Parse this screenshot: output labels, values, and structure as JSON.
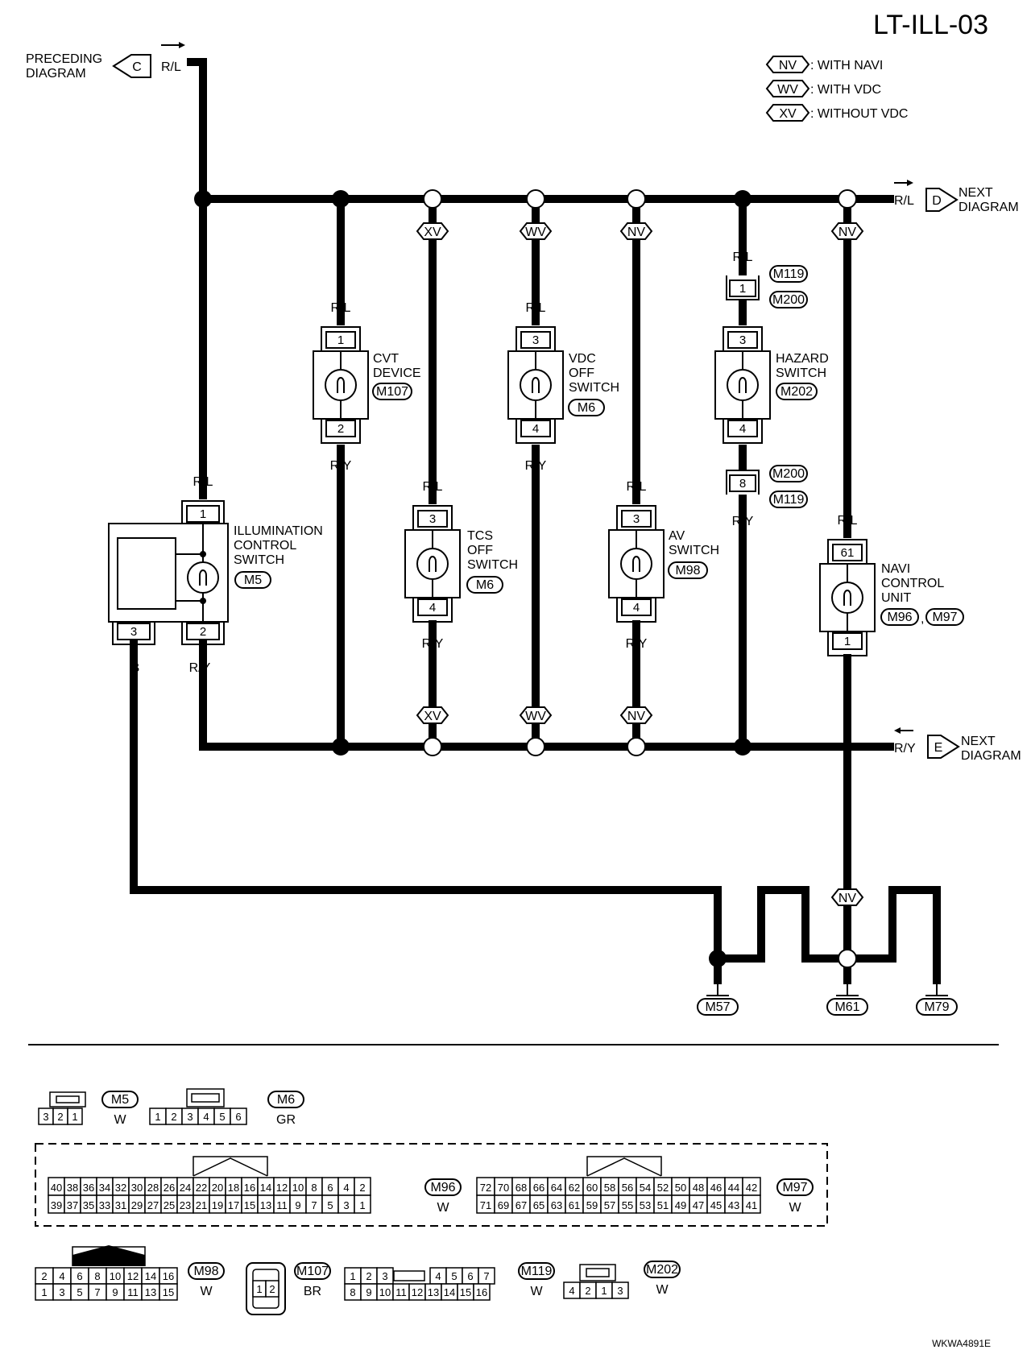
{
  "page_code": "LT-ILL-03",
  "figure_code": "WKWA4891E",
  "legend": [
    {
      "tag": "NV",
      "text": ": WITH NAVI"
    },
    {
      "tag": "WV",
      "text": ": WITH VDC"
    },
    {
      "tag": "XV",
      "text": ": WITHOUT VDC"
    }
  ],
  "refs": {
    "preceding_line1": "PRECEDING",
    "preceding_line2": "DIAGRAM",
    "next_line1": "NEXT",
    "next_line2": "DIAGRAM",
    "c": "C",
    "d": "D",
    "e": "E"
  },
  "wires": {
    "rl": "R/L",
    "ry": "R/Y",
    "b": "B"
  },
  "components": {
    "illum": {
      "line1": "ILLUMINATION",
      "line2": "CONTROL",
      "line3": "SWITCH",
      "conn": "M5",
      "pins": [
        "1",
        "2",
        "3"
      ]
    },
    "cvt": {
      "line1": "CVT",
      "line2": "DEVICE",
      "conn": "M107",
      "pins": [
        "1",
        "2"
      ]
    },
    "tcs": {
      "line1": "TCS",
      "line2": "OFF",
      "line3": "SWITCH",
      "conn": "M6",
      "pins": [
        "3",
        "4"
      ]
    },
    "vdc": {
      "line1": "VDC",
      "line2": "OFF",
      "line3": "SWITCH",
      "conn": "M6",
      "pins": [
        "3",
        "4"
      ]
    },
    "av": {
      "line1": "AV",
      "line2": "SWITCH",
      "conn": "M98",
      "pins": [
        "3",
        "4"
      ]
    },
    "hazard": {
      "line1": "HAZARD",
      "line2": "SWITCH",
      "conn": "M202",
      "pins": [
        "3",
        "4"
      ],
      "top_pin": "1",
      "bottom_pin": "8",
      "join_a": "M119",
      "join_b": "M200"
    },
    "navi": {
      "line1": "NAVI",
      "line2": "CONTROL",
      "line3": "UNIT",
      "conn_a": "M96",
      "conn_b": "M97",
      "sep": ",",
      "pins": [
        "61",
        "1"
      ]
    }
  },
  "grounds": [
    "M57",
    "M61",
    "M79"
  ],
  "connectors": {
    "m5": {
      "id": "M5",
      "color": "W",
      "cells": [
        "3",
        "2",
        "1"
      ]
    },
    "m6": {
      "id": "M6",
      "color": "GR",
      "cells": [
        "1",
        "2",
        "3",
        "4",
        "5",
        "6"
      ]
    },
    "m96": {
      "id": "M96",
      "color": "W",
      "top": [
        "40",
        "38",
        "36",
        "34",
        "32",
        "30",
        "28",
        "26",
        "24",
        "22",
        "20",
        "18",
        "16",
        "14",
        "12",
        "10",
        "8",
        "6",
        "4",
        "2"
      ],
      "bottom": [
        "39",
        "37",
        "35",
        "33",
        "31",
        "29",
        "27",
        "25",
        "23",
        "21",
        "19",
        "17",
        "15",
        "13",
        "11",
        "9",
        "7",
        "5",
        "3",
        "1"
      ]
    },
    "m97": {
      "id": "M97",
      "color": "W",
      "top": [
        "72",
        "70",
        "68",
        "66",
        "64",
        "62",
        "60",
        "58",
        "56",
        "54",
        "52",
        "50",
        "48",
        "46",
        "44",
        "42"
      ],
      "bottom": [
        "71",
        "69",
        "67",
        "65",
        "63",
        "61",
        "59",
        "57",
        "55",
        "53",
        "51",
        "49",
        "47",
        "45",
        "43",
        "41"
      ]
    },
    "m98": {
      "id": "M98",
      "color": "W",
      "top": [
        "2",
        "4",
        "6",
        "8",
        "10",
        "12",
        "14",
        "16"
      ],
      "bottom": [
        "1",
        "3",
        "5",
        "7",
        "9",
        "11",
        "13",
        "15"
      ]
    },
    "m107": {
      "id": "M107",
      "color": "BR",
      "cells": [
        "1",
        "2"
      ]
    },
    "m119": {
      "id": "M119",
      "color": "W",
      "top": [
        "1",
        "2",
        "3",
        "4",
        "5",
        "6",
        "7"
      ],
      "bottom": [
        "8",
        "9",
        "10",
        "11",
        "12",
        "13",
        "14",
        "15",
        "16"
      ]
    },
    "m202": {
      "id": "M202",
      "color": "W",
      "cells": [
        "4",
        "2",
        "1",
        "3"
      ]
    }
  }
}
